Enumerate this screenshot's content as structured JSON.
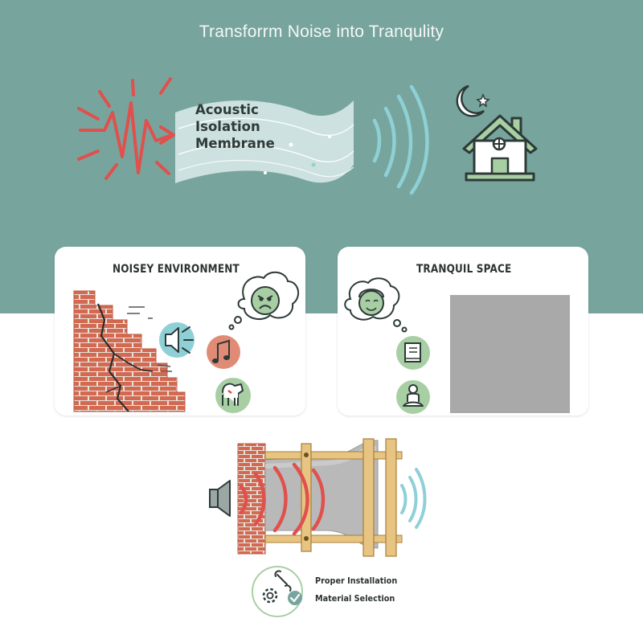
{
  "title": "Transforrm Noise into Tranqulity",
  "membrane": {
    "line1": "Acoustic",
    "line2": "Isolation",
    "line3": "Membrane"
  },
  "panels": {
    "noisy": {
      "title": "NOISEY ENVIRONMENT"
    },
    "tranquil": {
      "title": "TRANQUIL SPACE"
    }
  },
  "footer": {
    "item1": "Proper Installation",
    "item2": "Material Selection"
  },
  "colors": {
    "teal_background": "#77a59e",
    "noise_red": "#e0504c",
    "calm_blue": "#8fd0d6",
    "calm_green": "#a8cfa4",
    "brick": "#d26a52"
  }
}
